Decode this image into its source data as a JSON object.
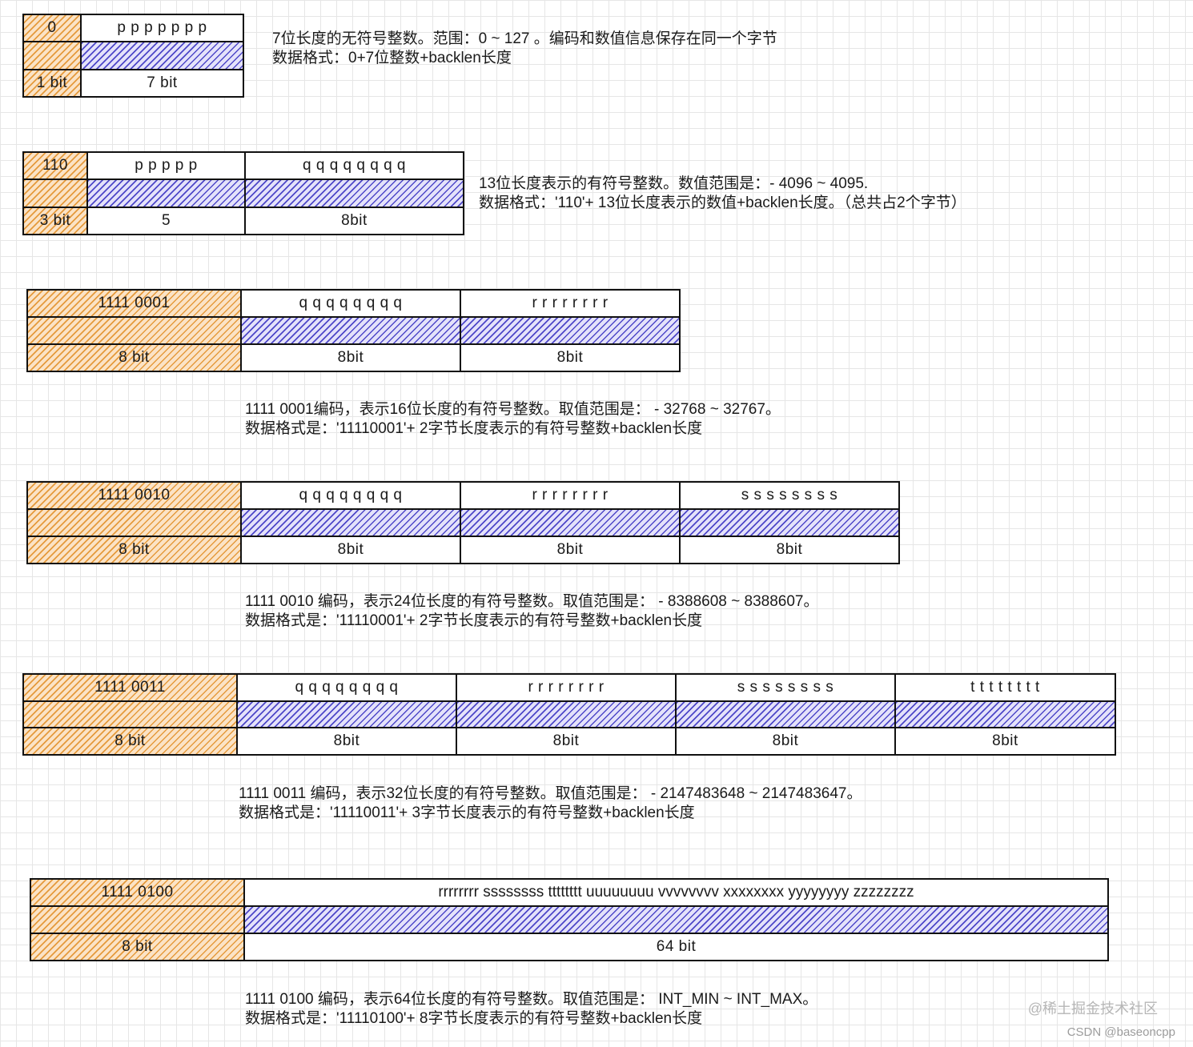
{
  "encodings": [
    {
      "header": {
        "value": "0",
        "bits": "1 bit"
      },
      "bytes": [
        {
          "label": "p p p p p p p",
          "bits": "7 bit"
        }
      ],
      "description": [
        "7位长度的无符号整数。范围：0 ~ 127 。编码和数值信息保存在同一个字节",
        "数据格式：0+7位整数+backlen长度"
      ]
    },
    {
      "header": {
        "value": "110",
        "bits": "3 bit"
      },
      "bytes": [
        {
          "label": "p p p p p",
          "bits": "5"
        },
        {
          "label": "q q q q q q q q",
          "bits": "8bit"
        }
      ],
      "description": [
        "13位长度表示的有符号整数。数值范围是：- 4096 ~ 4095.",
        "数据格式：'110'+ 13位长度表示的数值+backlen长度。（总共占2个字节）"
      ]
    },
    {
      "header": {
        "value": "1111 0001",
        "bits": "8 bit"
      },
      "bytes": [
        {
          "label": "q q q q q q q q",
          "bits": "8bit"
        },
        {
          "label": "r r r r r r r r",
          "bits": "8bit"
        }
      ],
      "description": [
        "1111 0001编码，表示16位长度的有符号整数。取值范围是：  - 32768 ~ 32767。",
        "数据格式是：'11110001'+ 2字节长度表示的有符号整数+backlen长度"
      ]
    },
    {
      "header": {
        "value": "1111 0010",
        "bits": "8 bit"
      },
      "bytes": [
        {
          "label": "q q q q q q q q",
          "bits": "8bit"
        },
        {
          "label": "r r r r r r r r",
          "bits": "8bit"
        },
        {
          "label": "s s s s s s s s",
          "bits": "8bit"
        }
      ],
      "description": [
        "1111 0010 编码，表示24位长度的有符号整数。取值范围是：  - 8388608 ~ 8388607。",
        "数据格式是：'11110001'+ 2字节长度表示的有符号整数+backlen长度"
      ]
    },
    {
      "header": {
        "value": "1111 0011",
        "bits": "8 bit"
      },
      "bytes": [
        {
          "label": "q q q q q q q q",
          "bits": "8bit"
        },
        {
          "label": "r r r r r r r r",
          "bits": "8bit"
        },
        {
          "label": "s s s s s s s s",
          "bits": "8bit"
        },
        {
          "label": "t t t t t t t t",
          "bits": "8bit"
        }
      ],
      "description": [
        "1111 0011 编码，表示32位长度的有符号整数。取值范围是：  - 2147483648 ~ 2147483647。",
        "数据格式是：'11110011'+ 3字节长度表示的有符号整数+backlen长度"
      ]
    },
    {
      "header": {
        "value": "1111 0100",
        "bits": "8 bit"
      },
      "bytes": [
        {
          "label": "rrrrrrrr ssssssss tttttttt uuuuuuuu vvvvvvvv xxxxxxxx yyyyyyyy zzzzzzzz",
          "bits": "64 bit"
        }
      ],
      "description": [
        "1111 0100 编码，表示64位长度的有符号整数。取值范围是：  INT_MIN ~ INT_MAX。",
        "数据格式是：'11110100'+ 8字节长度表示的有符号整数+backlen长度"
      ]
    }
  ],
  "watermark": "@稀土掘金技术社区",
  "credit": "CSDN @baseoncpp"
}
